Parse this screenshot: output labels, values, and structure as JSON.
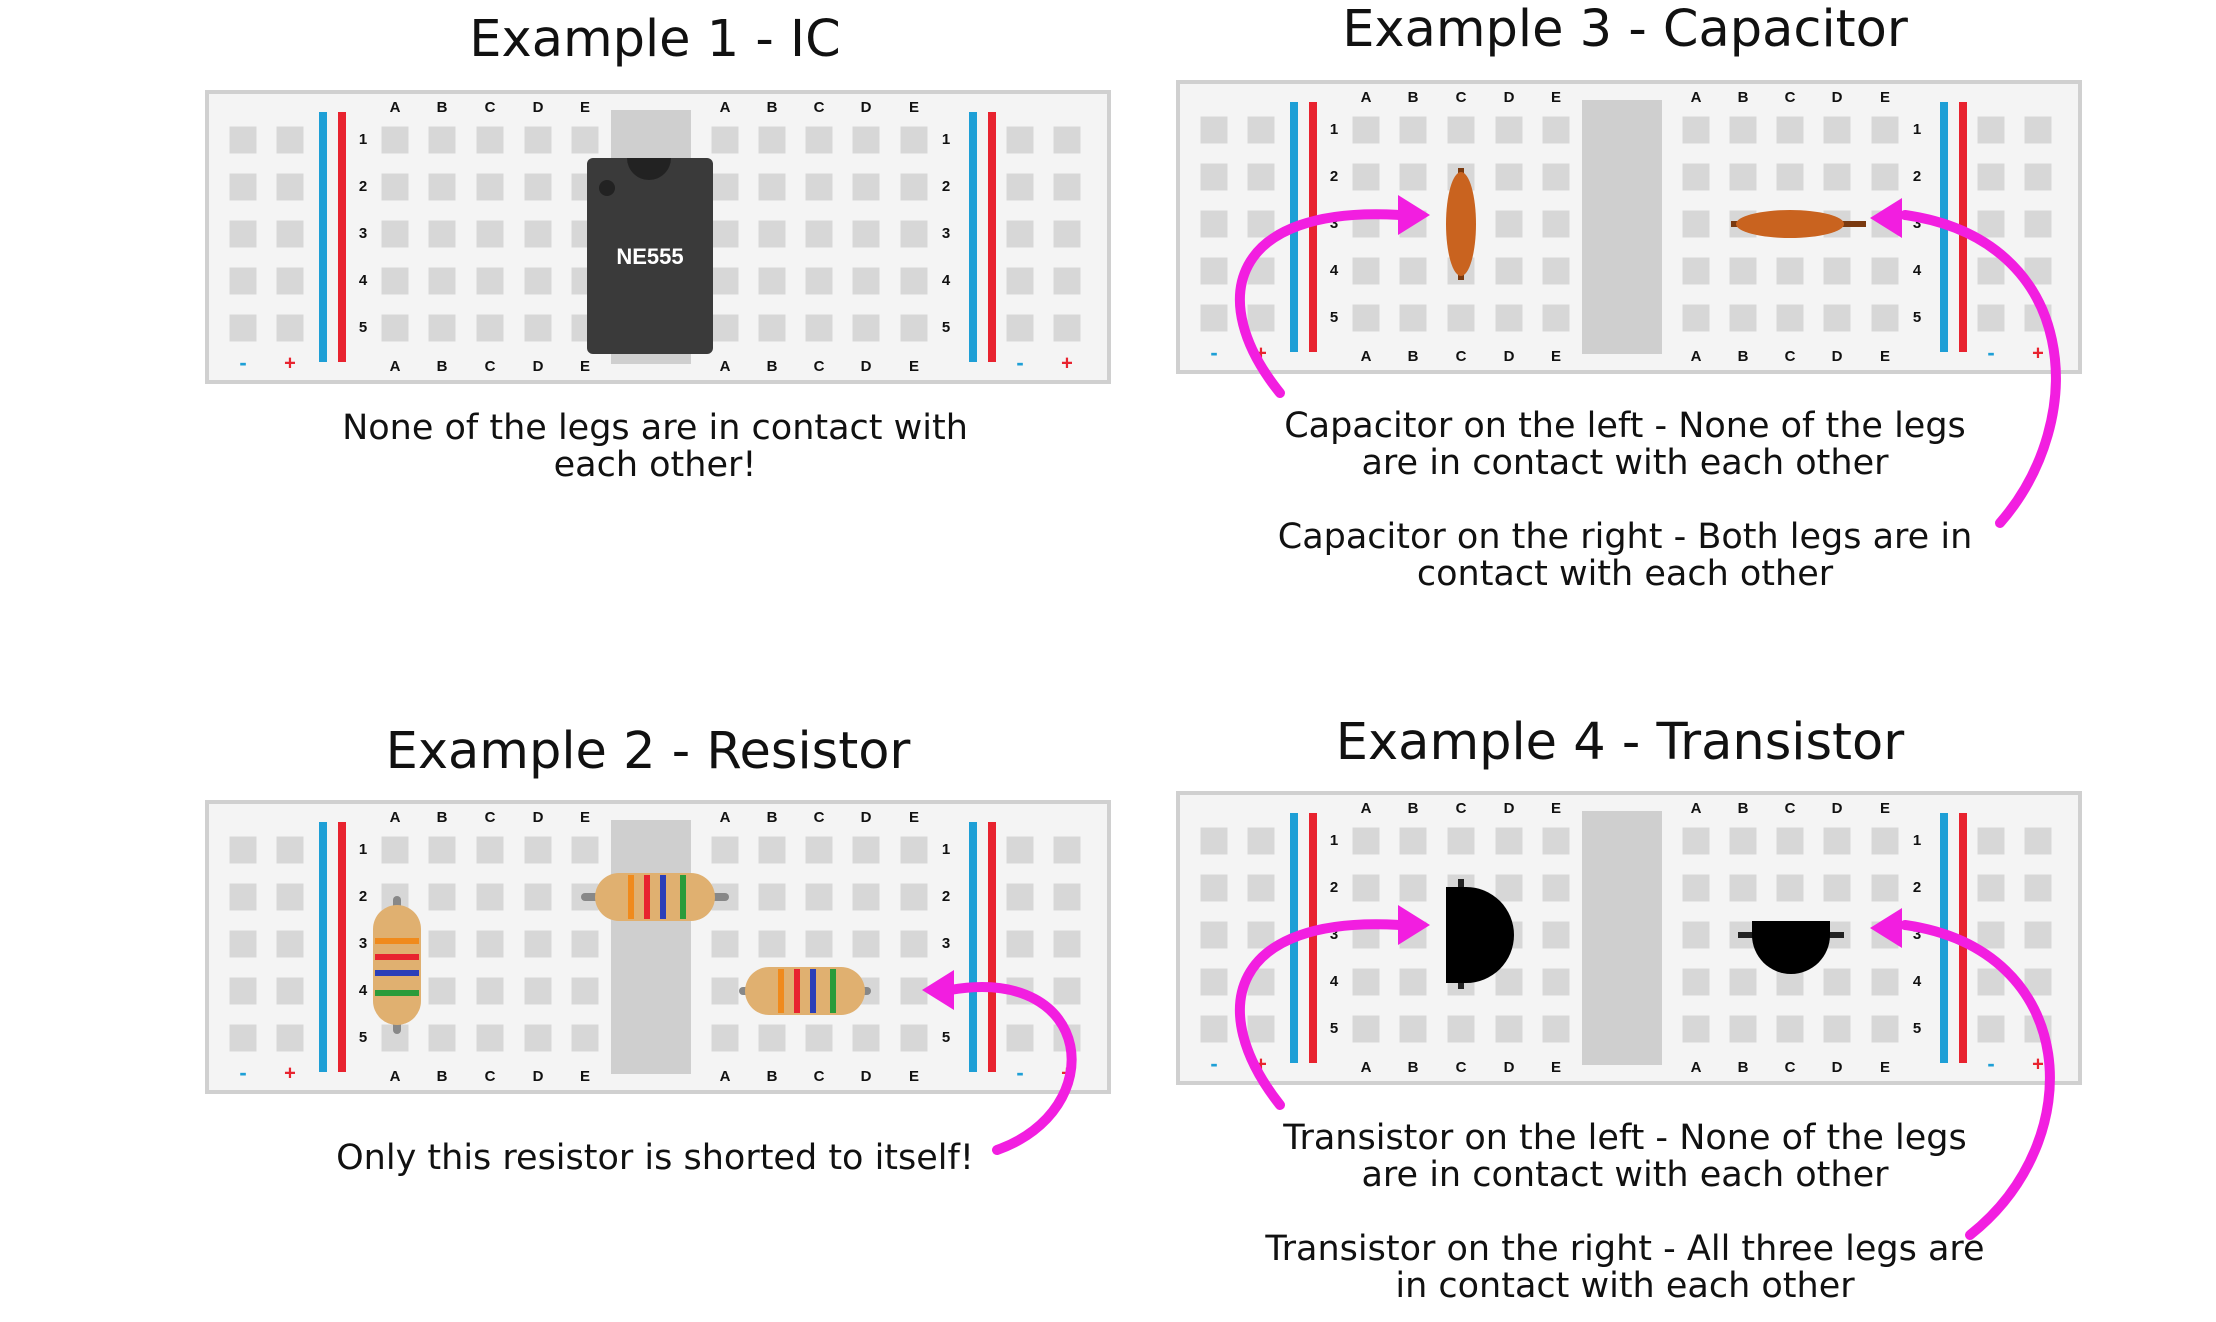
{
  "panels": [
    {
      "id": "ex1",
      "title": "Example 1 - IC",
      "captions": [
        "None of the legs are in contact with each other!"
      ],
      "components": [
        {
          "type": "ic",
          "label": "NE555"
        }
      ]
    },
    {
      "id": "ex3",
      "title": "Example 3 - Capacitor",
      "captions": [
        "Capacitor on the left - None of the legs are in contact with each other",
        "Capacitor on the right - Both legs are in contact with each other"
      ],
      "components": [
        {
          "type": "capacitor-vertical"
        },
        {
          "type": "capacitor-horizontal"
        }
      ]
    },
    {
      "id": "ex2",
      "title": "Example 2 - Resistor",
      "captions": [
        "Only this resistor is shorted to itself!"
      ],
      "components": [
        {
          "type": "resistor-vertical"
        },
        {
          "type": "resistor-bridge"
        },
        {
          "type": "resistor-shorted"
        }
      ]
    },
    {
      "id": "ex4",
      "title": "Example 4 - Transistor",
      "captions": [
        "Transistor on the left - None of the legs are in contact with each other",
        "Transistor on the right - All three legs are in contact with each other"
      ],
      "components": [
        {
          "type": "transistor-vertical"
        },
        {
          "type": "transistor-horizontal"
        }
      ]
    }
  ],
  "breadboard": {
    "columns_left": [
      "A",
      "B",
      "C",
      "D",
      "E"
    ],
    "columns_right": [
      "A",
      "B",
      "C",
      "D",
      "E"
    ],
    "rows": [
      "1",
      "2",
      "3",
      "4",
      "5"
    ],
    "rail_minus": "-",
    "rail_plus": "+",
    "colors": {
      "board": "#f4f4f4",
      "board_border": "#d0d0d0",
      "hole": "#d7d7d7",
      "rail_blue": "#1e9fd6",
      "rail_red": "#e8232f",
      "channel": "#cfcfcf",
      "arrow": "#f21ee0",
      "ic_body": "#3a3a3a",
      "capacitor": "#c9631f",
      "resistor_body": "#e0b070",
      "transistor": "#000000"
    }
  }
}
